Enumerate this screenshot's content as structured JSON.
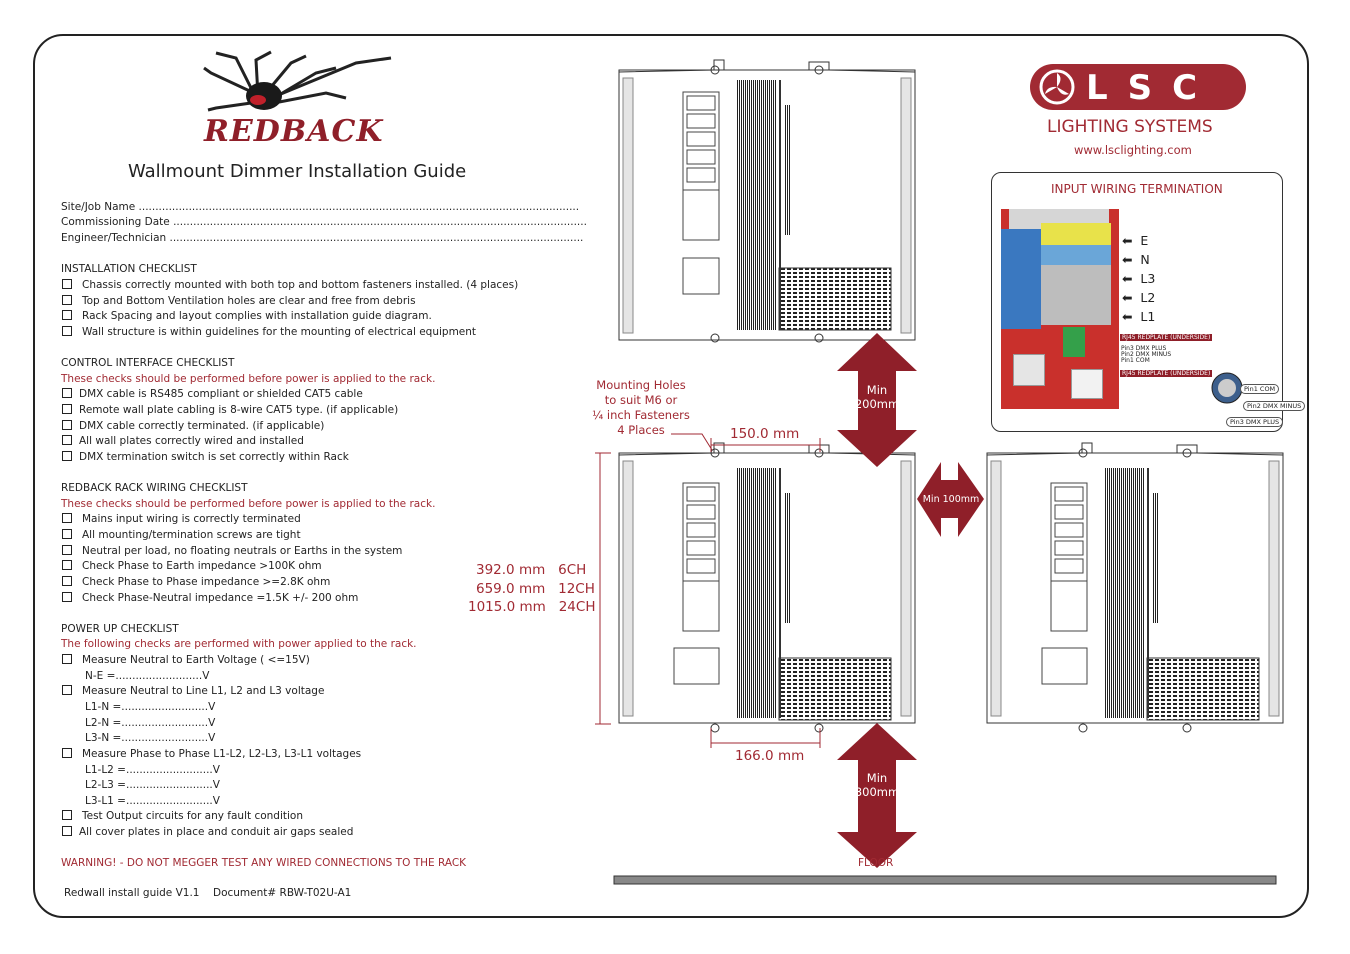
{
  "brand": {
    "logo_text": "REDBACK"
  },
  "title": "Wallmount Dimmer Installation Guide",
  "info_fields": [
    {
      "label": "Site/Job Name ...................................................................................................................................."
    },
    {
      "label": "Commissioning Date  ............................................................................................................................"
    },
    {
      "label": "Engineer/Technician  ............................................................................................................................"
    }
  ],
  "sections": {
    "installation": {
      "title": "INSTALLATION CHECKLIST",
      "items": [
        "Chassis correctly mounted with both top and bottom fasteners installed. (4 places)",
        "Top and Bottom Ventilation holes are clear and free from debris",
        "Rack Spacing and layout complies with installation guide diagram.",
        "Wall structure is within guidelines for the mounting of electrical equipment"
      ]
    },
    "control": {
      "title": "CONTROL INTERFACE CHECKLIST",
      "note": "These checks should be performed before power is applied to the rack.",
      "items": [
        "DMX cable is RS485 compliant or shielded CAT5 cable",
        "Remote wall plate cabling is 8-wire CAT5 type. (if applicable)",
        "DMX cable correctly terminated.  (if applicable)",
        "All wall plates correctly wired and installed",
        "DMX termination switch is set correctly within Rack"
      ]
    },
    "wiring": {
      "title": "REDBACK RACK WIRING CHECKLIST",
      "note": "These checks should be performed before power is applied to the rack.",
      "items": [
        "Mains input wiring is correctly terminated",
        "All mounting/termination screws are tight",
        "Neutral per load, no floating neutrals or Earths in the system",
        "Check Phase to Earth impedance >100K ohm",
        "Check Phase to Phase impedance >=2.8K ohm",
        "Check Phase-Neutral impedance =1.5K +/- 200 ohm"
      ]
    },
    "powerup": {
      "title": "POWER UP CHECKLIST",
      "note": "The following checks are performed with power applied to the rack.",
      "item1": "Measure Neutral to Earth Voltage ( <=15V)",
      "ne": "N-E  =..........................V",
      "item2": "Measure Neutral to Line L1, L2 and L3 voltage",
      "l1n": "L1-N  =..........................V",
      "l2n": "L2-N  =..........................V",
      "l3n": "L3-N  =..........................V",
      "item3": "Measure Phase to Phase L1-L2, L2-L3, L3-L1 voltages",
      "l1l2": "L1-L2  =..........................V",
      "l2l3": "L2-L3  =..........................V",
      "l3l1": "L3-L1  =..........................V",
      "item4": "Test Output circuits for any fault condition",
      "item5": "All cover plates in place and conduit air gaps sealed"
    }
  },
  "warning": "WARNING! - DO NOT MEGGER TEST ANY WIRED CONNECTIONS TO THE RACK",
  "footer": {
    "version": "Redwall install guide V1.1",
    "document": "Document# RBW-T02U-A1"
  },
  "lsc": {
    "name": "LSC",
    "subtitle": "LIGHTING SYSTEMS",
    "url": "www.lsclighting.com"
  },
  "input_wiring": {
    "title": "INPUT WIRING TERMINATION",
    "terminals": [
      "E",
      "N",
      "L3",
      "L2",
      "L1"
    ],
    "rj45_top": "RJ45 REDPLATE (UNDERSIDE)",
    "pins": [
      "Pin3 DMX PLUS",
      "Pin2 DMX MINUS",
      "Pin1 COM"
    ],
    "rj45_bottom": "RJ45 REDPLATE (UNDERSIDE)",
    "xlr_pins": [
      "Pin1  COM",
      "Pin2 DMX MINUS",
      "Pin3 DMX PLUS"
    ]
  },
  "diagram": {
    "mounting_holes": [
      "Mounting Holes",
      "to suit M6 or",
      "¼ inch Fasteners",
      "4 Places"
    ],
    "top_width": "150.0 mm",
    "bottom_width": "166.0 mm",
    "heights": [
      {
        "mm": "392.0 mm",
        "ch": "6CH"
      },
      {
        "mm": "659.0 mm",
        "ch": "12CH"
      },
      {
        "mm": "1015.0 mm",
        "ch": "24CH"
      }
    ],
    "min_top": [
      "Min",
      "200mm"
    ],
    "min_side": "Min 100mm",
    "min_bottom": [
      "Min",
      "300mm"
    ],
    "floor": "FLOOR"
  },
  "colors": {
    "accent": "#a12a33",
    "arrow": "#8f1f29"
  }
}
